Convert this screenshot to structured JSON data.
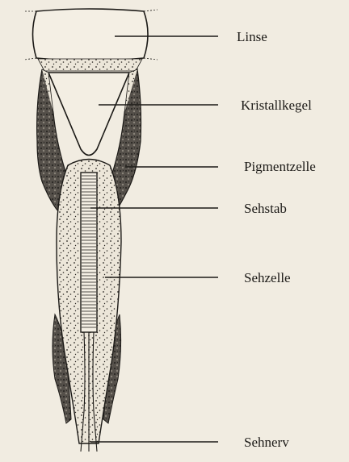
{
  "diagram": {
    "labels": {
      "linse": "Linse",
      "kristallkegel": "Kristallkegel",
      "pigmentzelle": "Pigmentzelle",
      "sehstab": "Sehstab",
      "sehzelle": "Sehzelle",
      "sehnerv": "Sehnerv"
    },
    "colors": {
      "paper": "#f1ece1",
      "ink": "#1c1a17",
      "pigment": "#4a4640",
      "stipple": "#e9e4d8"
    }
  }
}
